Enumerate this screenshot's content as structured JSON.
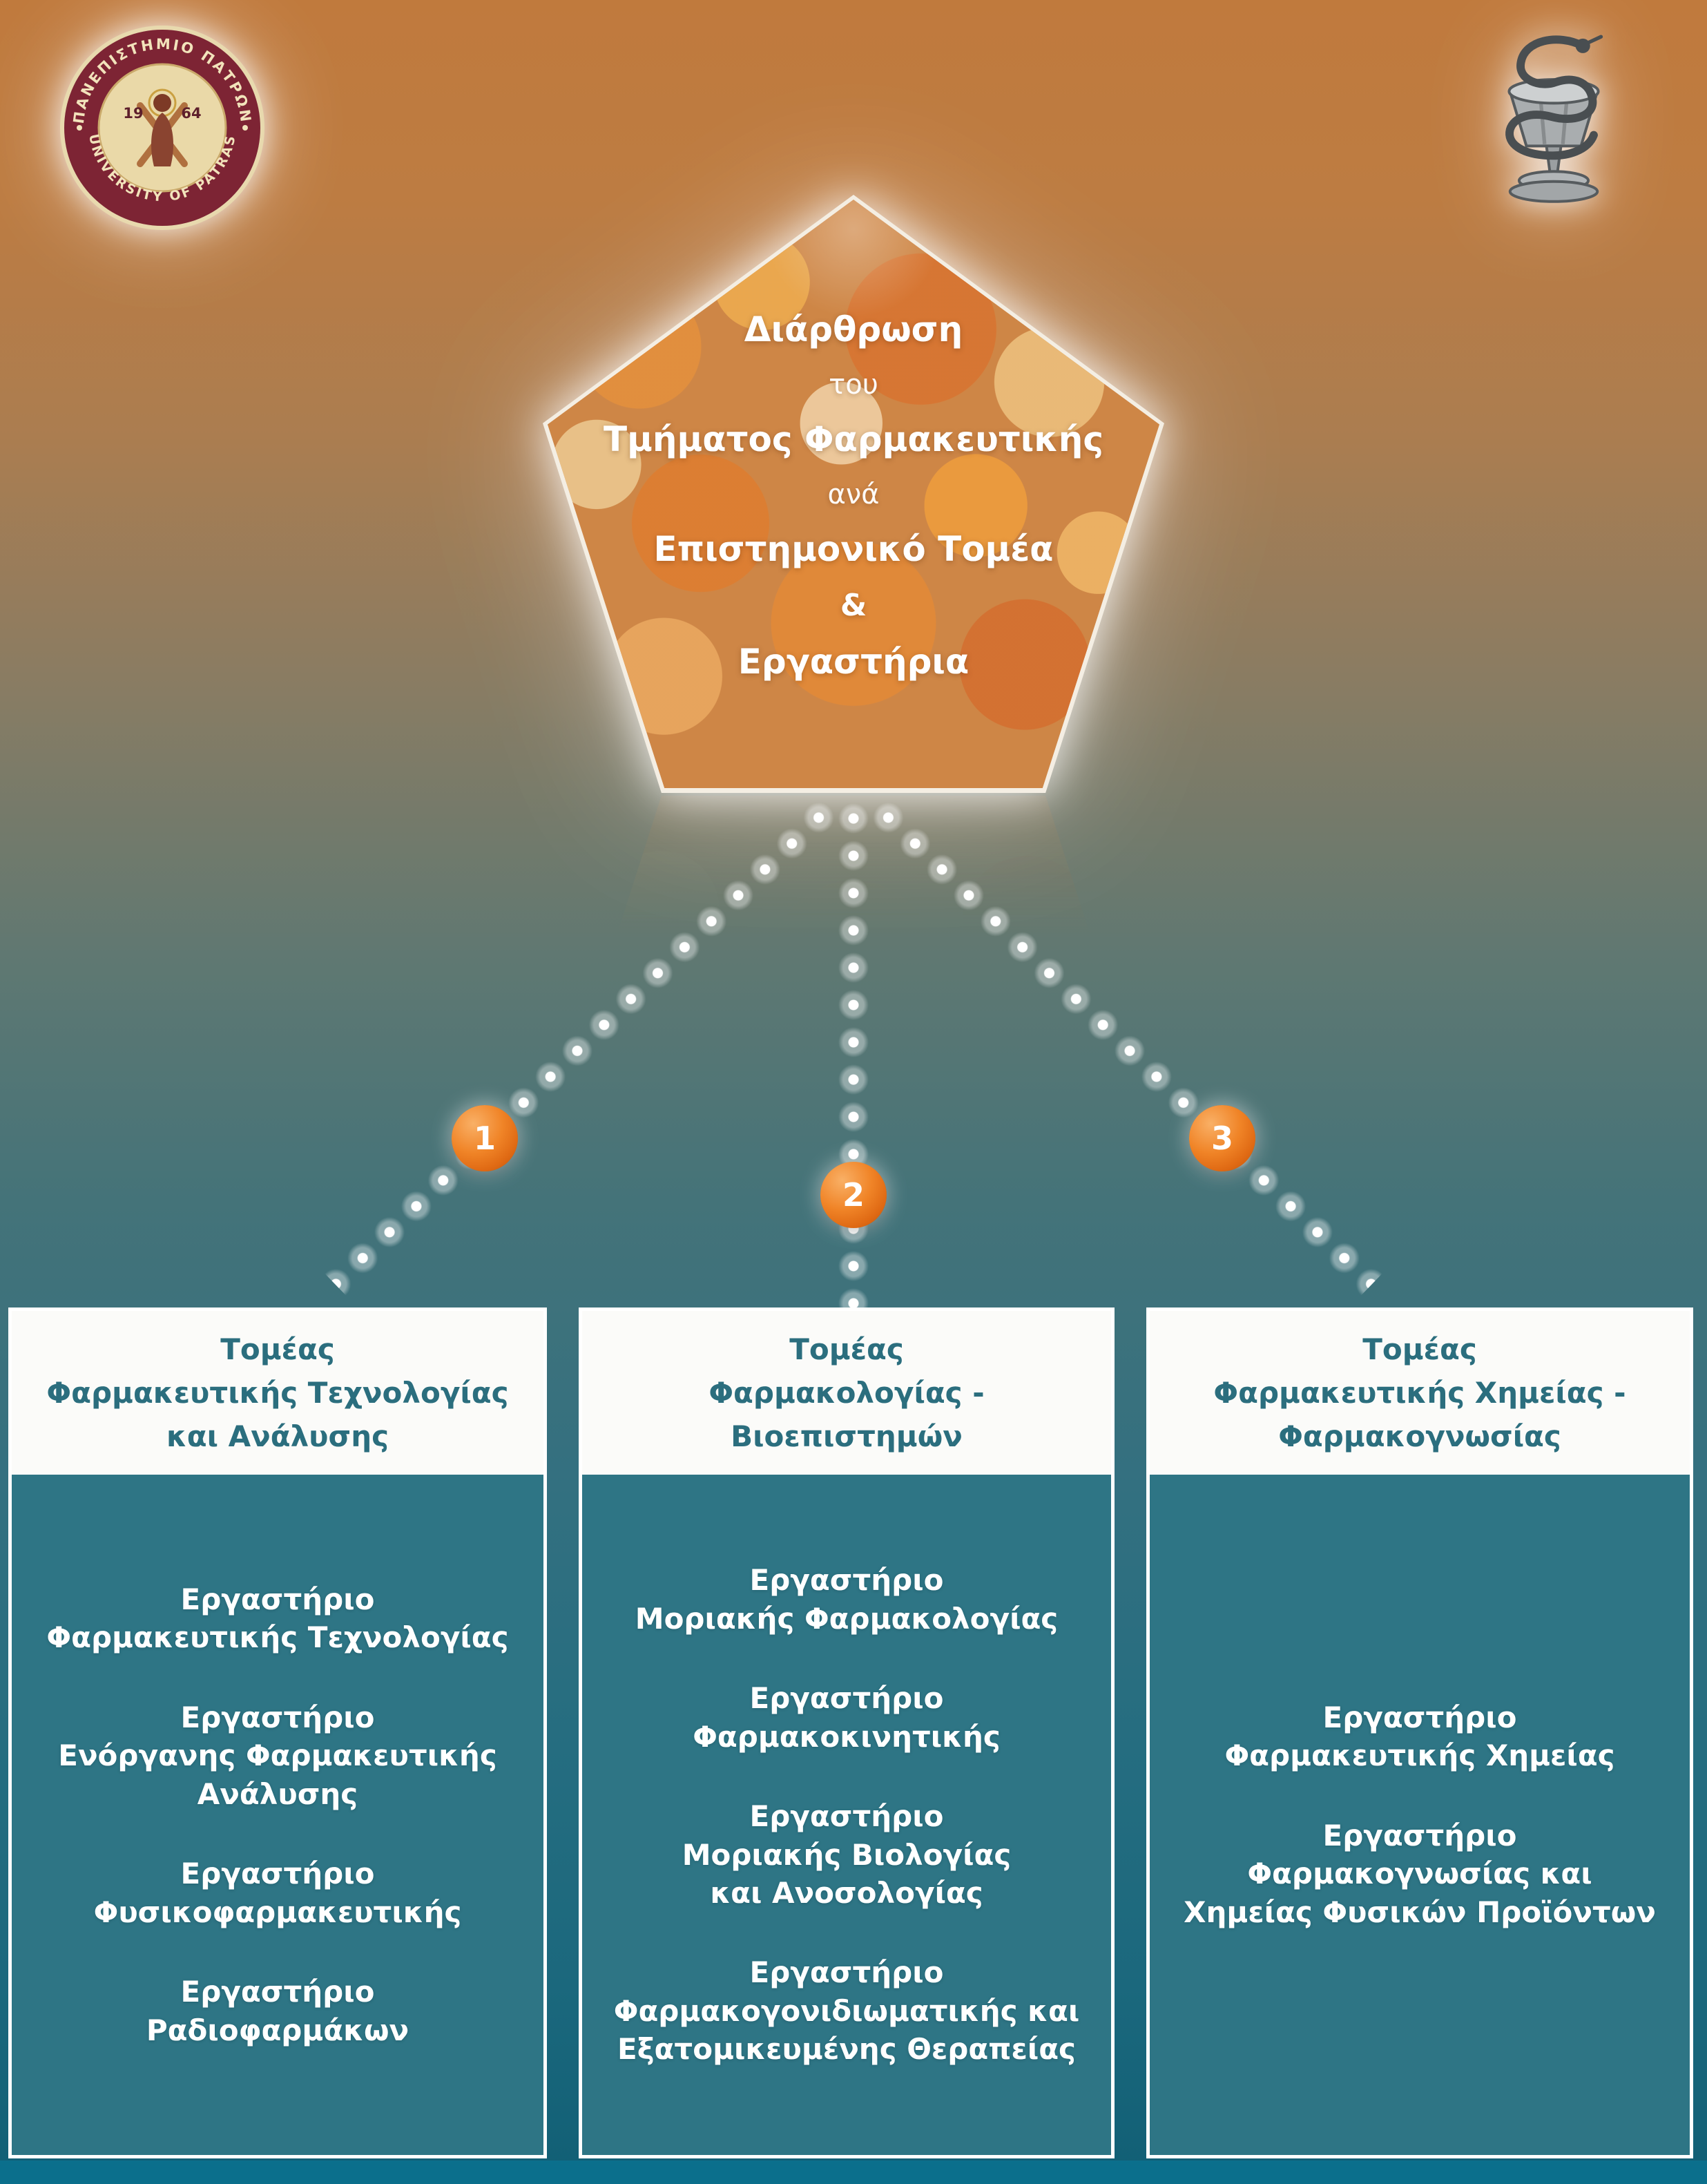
{
  "seal": {
    "ring_top": "ΠΑΝΕΠΙΣΤΗΜΙΟ ΠΑΤΡΩΝ",
    "ring_bottom": "UNIVERSITY OF PATRAS",
    "year_left": "19",
    "year_right": "64"
  },
  "pentagon": {
    "lines": [
      "Διάρθρωση",
      "του",
      "Τμήματος Φαρμακευτικής",
      "ανά",
      "Επιστημονικό Τομέα",
      "&",
      "Εργαστήρια"
    ]
  },
  "connectors": {
    "numbers": [
      "1",
      "2",
      "3"
    ]
  },
  "columns": [
    {
      "header": "Τομέας\nΦαρμακευτικής Τεχνολογίας\nκαι Ανάλυσης",
      "labs": [
        "Εργαστήριο\nΦαρμακευτικής Τεχνολογίας",
        "Εργαστήριο\nΕνόργανης Φαρμακευτικής\nΑνάλυσης",
        "Εργαστήριο\nΦυσικοφαρμακευτικής",
        "Εργαστήριο\nΡαδιοφαρμάκων"
      ]
    },
    {
      "header": "Τομέας\nΦαρμακολογίας -\nΒιοεπιστημών",
      "labs": [
        "Εργαστήριο\nΜοριακής Φαρμακολογίας",
        "Εργαστήριο\nΦαρμακοκινητικής",
        "Εργαστήριο\nΜοριακής Βιολογίας\nκαι Ανοσολογίας",
        "Εργαστήριο\nΦαρμακογονιδιωματικής και\nΕξατομικευμένης Θεραπείας"
      ]
    },
    {
      "header": "Τομέας\nΦαρμακευτικής Χημείας -\nΦαρμακογνωσίας",
      "labs": [
        "Εργαστήριο\nΦαρμακευτικής Χημείας",
        "Εργαστήριο\nΦαρμακογνωσίας και\nΧημείας Φυσικών Προϊόντων"
      ]
    }
  ],
  "colors": {
    "accent_orange": "#ee7f23",
    "panel_teal": "#2e7585",
    "header_text_teal": "#2b6e7e"
  }
}
